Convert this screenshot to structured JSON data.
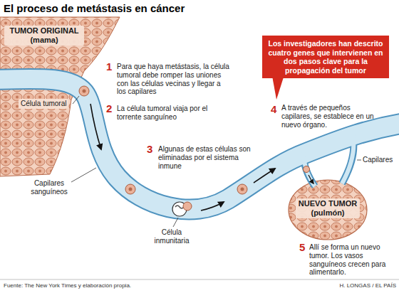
{
  "diagram": {
    "title": "El proceso de metástasis en cáncer",
    "caption": "Fuente: The New York Times y elaboración propia.",
    "nodes": [
      {
        "text": [
          "Los investigadores han descrito cuatro genes que intervienen en dos pasos clave para la propagación del tumor"
        ]
      }
    ],
    "labels": [
      "TUMOR ORIGINAL (mama)",
      "1",
      "Para que haya metástasis, la célula tumoral debe romper las uniones con las células vecinas y llegar a los capilares",
      "Célula tumoral",
      "2",
      "La célula tumoral viaja por el torrente sanguíneo",
      "Capilares sanguíneos",
      "3",
      "Algunas de estas células son eliminadas por el sistema inmune",
      "Célula inmunitaria",
      "4",
      "A través de pequeños capilares, se establece en un nuevo órgano.",
      "Capilares",
      "NUEVO TUMOR (pulmón)",
      "5",
      "Allí se forma un nuevo tumor. Los vasos sanguíneos crecen para alimentarlo.",
      "H. LONGAS / EL PAÍS"
    ]
  }
}
